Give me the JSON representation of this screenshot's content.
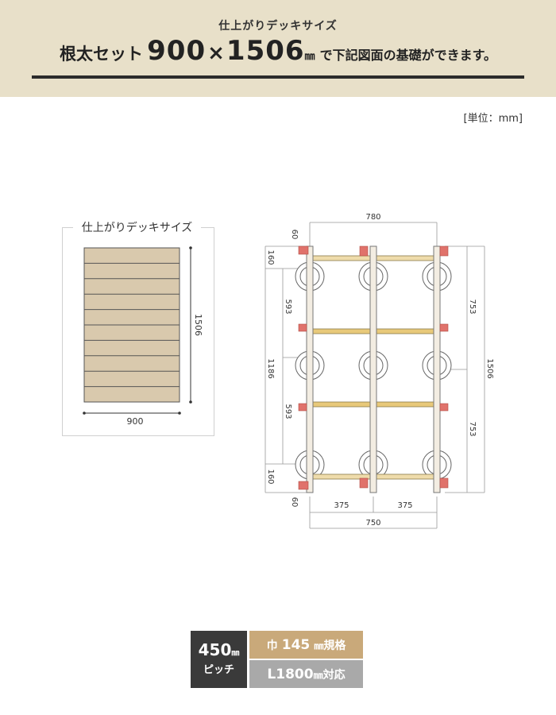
{
  "header": {
    "subtitle": "仕上がりデッキサイズ",
    "prefix": "根太セット",
    "width": "900",
    "times": "×",
    "length": "1506",
    "unit": "㎜",
    "suffix": "で下記図面の基礎ができます。"
  },
  "unit_label": "[単位：mm]",
  "deck_panel": {
    "title": "仕上がりデッキサイズ",
    "width_label": "900",
    "length_label": "1506",
    "board_count": 10
  },
  "plan": {
    "dims": {
      "top_span": "780",
      "top_offset": "60",
      "bottom_offset": "60",
      "left_top": "160",
      "left_bottom": "160",
      "left_span_1": "593",
      "left_span_2": "593",
      "left_total": "1186",
      "right_span_1": "753",
      "right_span_2": "753",
      "right_total": "1506",
      "bottom_left": "375",
      "bottom_right": "375",
      "bottom_total": "750"
    }
  },
  "badges": {
    "pitch_value": "450",
    "pitch_unit": "㎜",
    "pitch_label": "ピッチ",
    "width_prefix": "巾",
    "width_value": "145",
    "width_unit": "㎜",
    "width_suffix": "規格",
    "length_prefix": "L",
    "length_value": "1800",
    "length_unit": "㎜",
    "length_suffix": "対応"
  },
  "colors": {
    "header_bg": "#e8e0c9",
    "deck_board": "#d9c9ad",
    "joist": "#e8c97a",
    "bracket": "#e0726b",
    "badge_dark": "#3a3a3a",
    "badge_tan": "#c9a97a",
    "badge_gray": "#a9a9a9"
  }
}
